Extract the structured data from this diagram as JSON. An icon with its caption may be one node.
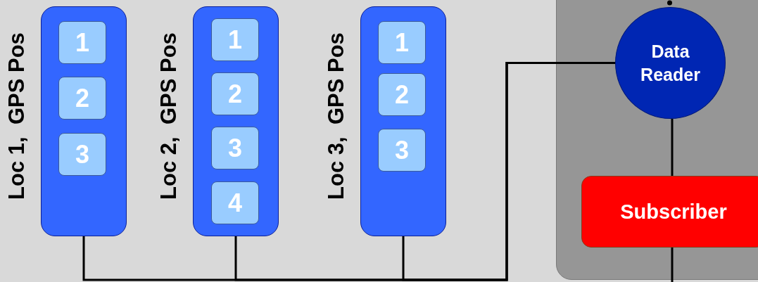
{
  "diagram": {
    "nodes": [
      {
        "text": [
          "Loc 1,  GPS Pos"
        ]
      },
      {
        "text": [
          "1"
        ],
        "in": 0
      },
      {
        "text": [
          "2"
        ],
        "in": 0
      },
      {
        "text": [
          "3"
        ],
        "in": 0
      },
      {
        "text": [
          "Loc 2,  GPS Pos"
        ]
      },
      {
        "text": [
          "1"
        ],
        "in": 4
      },
      {
        "text": [
          "2"
        ],
        "in": 4
      },
      {
        "text": [
          "3"
        ],
        "in": 4
      },
      {
        "text": [
          "4"
        ],
        "in": 4
      },
      {
        "text": [
          "Loc 3,  GPS Pos"
        ]
      },
      {
        "text": [
          "1"
        ],
        "in": 9
      },
      {
        "text": [
          "2"
        ],
        "in": 9
      },
      {
        "text": [
          "3"
        ],
        "in": 9
      },
      {
        "text": [],
        "shape": "box"
      },
      {
        "text": [
          "Data Reader"
        ],
        "in": 13
      },
      {
        "text": [
          "Subscriber"
        ],
        "in": 13
      }
    ],
    "edges": [
      {
        "from": 0,
        "to": 14,
        "arrow": "none"
      },
      {
        "from": 4,
        "to": 14,
        "arrow": "none"
      },
      {
        "from": 9,
        "to": 14,
        "arrow": "none"
      },
      {
        "from": 14,
        "to": 15,
        "arrow": "none"
      },
      {
        "from": 15,
        "to": null,
        "arrow": "none"
      }
    ]
  }
}
